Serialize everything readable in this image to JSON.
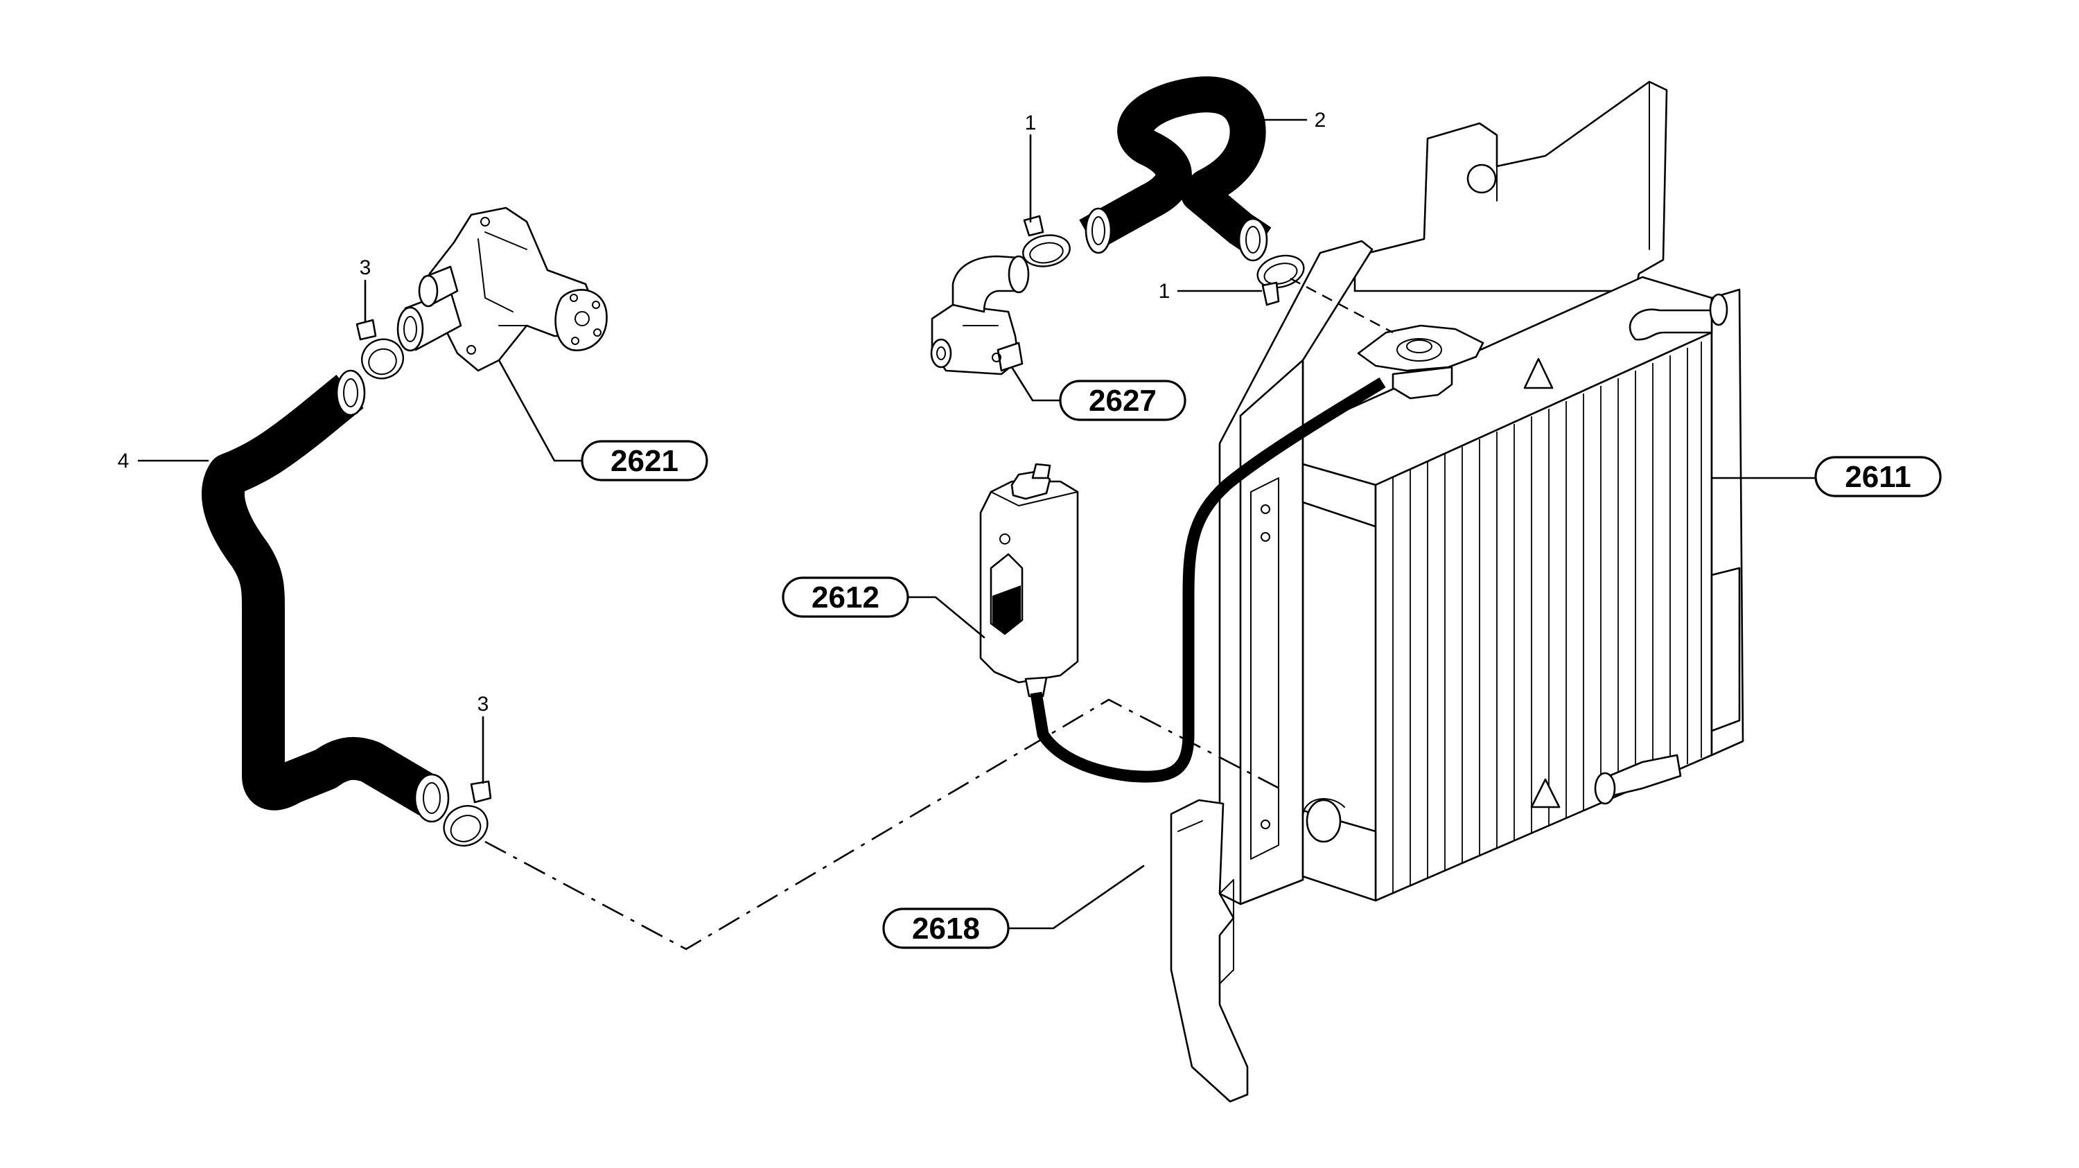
{
  "callouts": {
    "radiator": "2611",
    "expansion_tank": "2612",
    "fan_shroud": "2618",
    "water_pump": "2621",
    "thermostat_housing": "2627"
  },
  "item_numbers": {
    "clamp_upper_left": "1",
    "clamp_upper_right": "1",
    "upper_hose": "2",
    "clamp_pump": "3",
    "clamp_lower": "3",
    "lower_hose": "4"
  }
}
